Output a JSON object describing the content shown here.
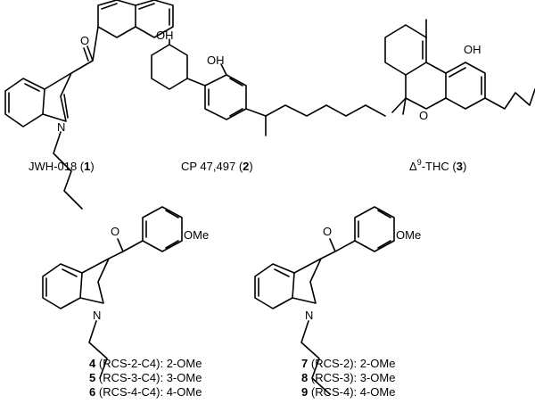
{
  "compounds": [
    {
      "name": "JWH-018",
      "number": "1"
    },
    {
      "name": "CP 47,497",
      "number": "2"
    },
    {
      "prefix": "Δ",
      "sup": "9",
      "name": "-THC",
      "number": "3"
    }
  ],
  "atoms": {
    "oxygen": "O",
    "hydroxyl": "OH",
    "nitrogen": "N",
    "methoxy": "OMe"
  },
  "series_c4": [
    {
      "number": "4",
      "code": "(RCS-2-C4): 2-OMe"
    },
    {
      "number": "5",
      "code": "(RCS-3-C4): 3-OMe"
    },
    {
      "number": "6",
      "code": "(RCS-4-C4): 4-OMe"
    }
  ],
  "series_c5": [
    {
      "number": "7",
      "code": "(RCS-2): 2-OMe"
    },
    {
      "number": "8",
      "code": "(RCS-3): 3-OMe"
    },
    {
      "number": "9",
      "code": "(RCS-4): 4-OMe"
    }
  ]
}
